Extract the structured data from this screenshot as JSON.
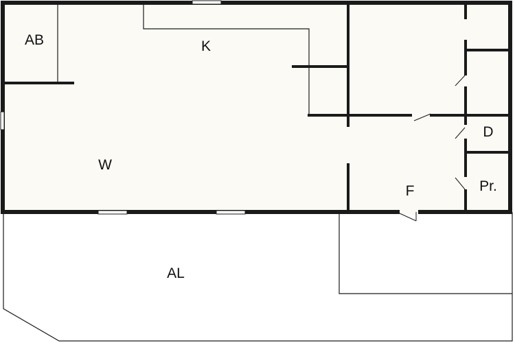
{
  "colors": {
    "floor_fill": "#fbfaf5",
    "wall": "#1a1a1a",
    "background": "#ffffff"
  },
  "rooms": {
    "ab": "AB",
    "k": "K",
    "w": "W",
    "d": "D",
    "pr": "Pr.",
    "f": "F",
    "al": "AL"
  }
}
